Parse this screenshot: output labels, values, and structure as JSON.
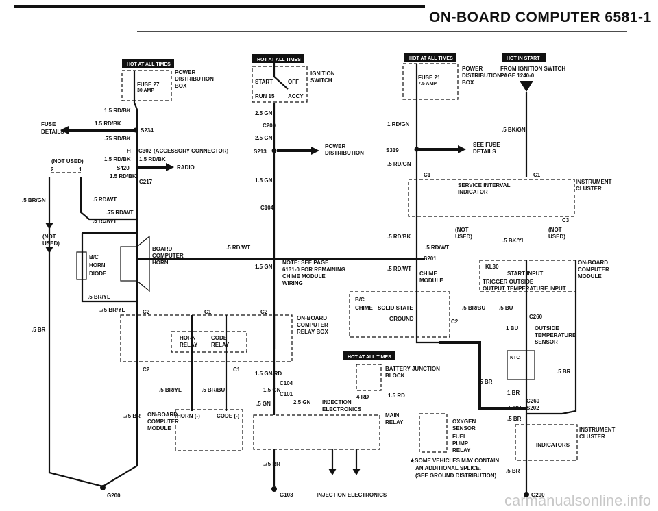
{
  "header": {
    "title": "ON-BOARD COMPUTER   6581-1"
  },
  "tags": {
    "hot_at_all_times": "HOT AT ALL TIMES",
    "hot_in_start": "HOT IN START"
  },
  "fuses": {
    "fuse27": "FUSE 27",
    "fuse27_amp": "30 AMP",
    "fuse21": "FUSE 21",
    "fuse21_amp": "7.5 AMP",
    "power_dist": [
      "POWER",
      "DISTRIBUTION",
      "BOX"
    ]
  },
  "ignition": {
    "title": [
      "IGNITION",
      "SWITCH"
    ],
    "start": "START",
    "off": "OFF",
    "run": "RUN 15",
    "accy": "ACCY"
  },
  "hot_in_start": {
    "from": "FROM IGNITION SWITCH",
    "page": "PAGE 1240-0"
  },
  "left_labels": {
    "fuse_details": [
      "FUSE",
      "DETAILS"
    ],
    "not_used": "(NOT USED)",
    "not_used2": [
      "(NOT",
      "USED)"
    ],
    "accessory": "(ACCESSORY CONNECTOR)",
    "radio": "RADIO",
    "wire_15rdbk": "1.5 RD/BK",
    "wire_75rdbk": ".75 RD/BK",
    "wire_5brgn": ".5 BR/GN",
    "wire_5rdwt": ".5 RD/WT",
    "wire_75rdwt": ".75 RD/WT",
    "wire_5bryl": ".5 BR/YL",
    "wire_75bryl": ".75 BR/YL",
    "wire_5br": ".5 BR",
    "wire_75br": ".75 BR",
    "conn_s234": "S234",
    "conn_c302": "C302",
    "conn_s420": "S420",
    "conn_c217": "C217",
    "pin_h": "H",
    "pin_2": "2",
    "pin_1": "1"
  },
  "board": {
    "label": [
      "BOARD",
      "COMPUTER",
      "HORN"
    ],
    "bc": "B/C",
    "horn": "HORN",
    "diode": "DIODE"
  },
  "center": {
    "wire_25gn": "2.5 GN",
    "wire_15gn": "1.5 GN",
    "c200": "C200",
    "s213": "S213",
    "c104": "C104",
    "power_dist": [
      "POWER",
      "DISTRIBUTION"
    ],
    "note": [
      "NOTE: SEE PAGE",
      "6131-0 FOR REMAINING",
      "CHIME MODULE",
      "WIRING"
    ],
    "wire_5rdwt": ".5 RD/WT"
  },
  "relay_box": {
    "label": [
      "ON-BOARD",
      "COMPUTER",
      "RELAY BOX"
    ],
    "horn_relay": [
      "HORN",
      "RELAY"
    ],
    "code_relay": [
      "CODE",
      "RELAY"
    ],
    "c2": "C2",
    "c1": "C1"
  },
  "lower_left": {
    "wire_5bryl": ".5 BR/YL",
    "wire_5brbu": ".5 BR/BU",
    "obc_module": [
      "ON-BOARD",
      "COMPUTER",
      "MODULE"
    ],
    "horn_minus": "HORN (-)",
    "code_minus": "CODE (-)",
    "g200": "G200"
  },
  "right_top": {
    "see_fuse": [
      "SEE FUSE",
      "DETAILS"
    ],
    "s319": "S319",
    "wire_1rdgn": "1 RD/GN",
    "wire_5rdgn": ".5 RD/GN",
    "wire_5bkgn": ".5 BK/GN",
    "service_interval": [
      "SERVICE INTERVAL",
      "INDICATOR"
    ],
    "instrument_cluster": [
      "INSTRUMENT",
      "CLUSTER"
    ],
    "not_used": [
      "(NOT",
      "USED)"
    ],
    "wire_5rdbk": ".5 RD/BK",
    "wire_5rdwt": ".5 RD/WT",
    "wire_5bkyl": ".5 BK/YL",
    "s201": "S201",
    "c1": "C1",
    "c3": "C3"
  },
  "chime": {
    "label": [
      "CHIME",
      "MODULE"
    ],
    "bc": "B/C",
    "chime": "CHIME",
    "solid_state": "SOLID STATE",
    "ground": "GROUND",
    "wire_5brbu": ".5 BR/BU",
    "c2": "C2"
  },
  "obc_module_right": {
    "label": [
      "ON-BOARD",
      "COMPUTER",
      "MODULE"
    ],
    "kl30": "KL30",
    "start_input": "START INPUT",
    "trigger_outside": "TRIGGER  OUTSIDE",
    "output_temp": "OUTPUT  TEMPERATURE INPUT",
    "wire_5bu": ".5 BU",
    "wire_1bu": "1 BU",
    "c260": "C260",
    "outside_temp": [
      "OUTSIDE",
      "TEMPERATURE",
      "SENSOR"
    ],
    "ntc": "NTC",
    "wire_5br": ".5 BR",
    "wire_1br": "1 BR",
    "s202": "S202",
    "indicators": "INDICATORS",
    "g200": "G200"
  },
  "bottom": {
    "battery_junction": [
      "BATTERY JUNCTION",
      "BLOCK"
    ],
    "wire_15gnrd": "1.5 GN/RD",
    "wire_15gn": "1.5 GN",
    "wire_5gn": ".5 GN",
    "wire_25gn": "2.5 GN",
    "c104": "C104",
    "c101": "C101",
    "injection_electronics": [
      "INJECTION",
      "ELECTRONICS"
    ],
    "wire_4rd": "4 RD",
    "wire_15rd": "1.5 RD",
    "main_relay": [
      "MAIN",
      "RELAY"
    ],
    "oxygen_sensor": [
      "OXYGEN",
      "SENSOR"
    ],
    "fuel_pump": [
      "FUEL",
      "PUMP",
      "RELAY"
    ],
    "wire_75br": ".75 BR",
    "g103": "G103",
    "injection_bottom": "INJECTION ELECTRONICS",
    "note": [
      "★SOME VEHICLES MAY CONTAIN",
      "AN ADDITIONAL SPLICE.",
      "(SEE GROUND DISTRIBUTION)"
    ]
  },
  "watermark": "carmanualsonline.info"
}
